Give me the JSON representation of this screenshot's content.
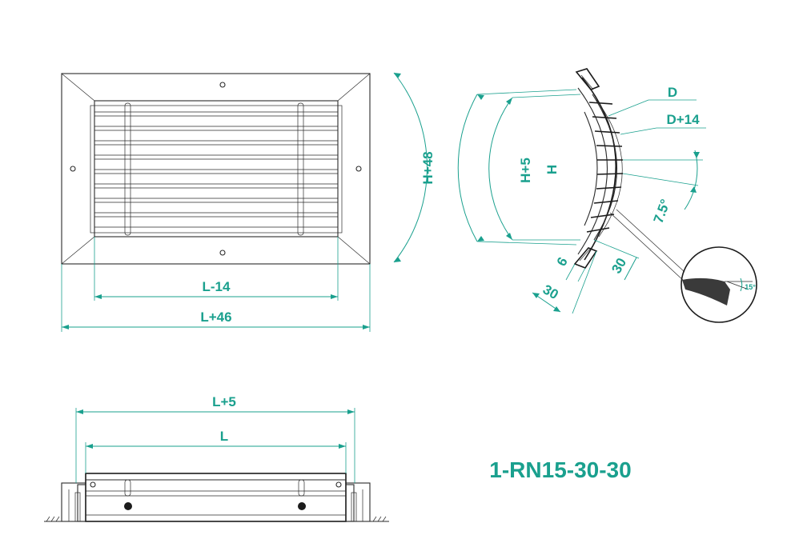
{
  "front_view": {
    "dim_inner_width": "L-14",
    "dim_outer_width": "L+46",
    "dim_outer_height": "H+48"
  },
  "side_view": {
    "dim_h_plus_5": "H+5",
    "dim_h": "H",
    "dim_d": "D",
    "dim_d_plus_14": "D+14",
    "dim_angle": "7.5°",
    "dim_6": "6",
    "dim_30_right": "30",
    "dim_30_left": "30",
    "detail_angle": "15°"
  },
  "top_view": {
    "dim_l_plus_5": "L+5",
    "dim_l": "L"
  },
  "model_code": "1-RN15-30-30",
  "colors": {
    "dimension": "#1aa08e",
    "line": "#2a2a2a"
  }
}
